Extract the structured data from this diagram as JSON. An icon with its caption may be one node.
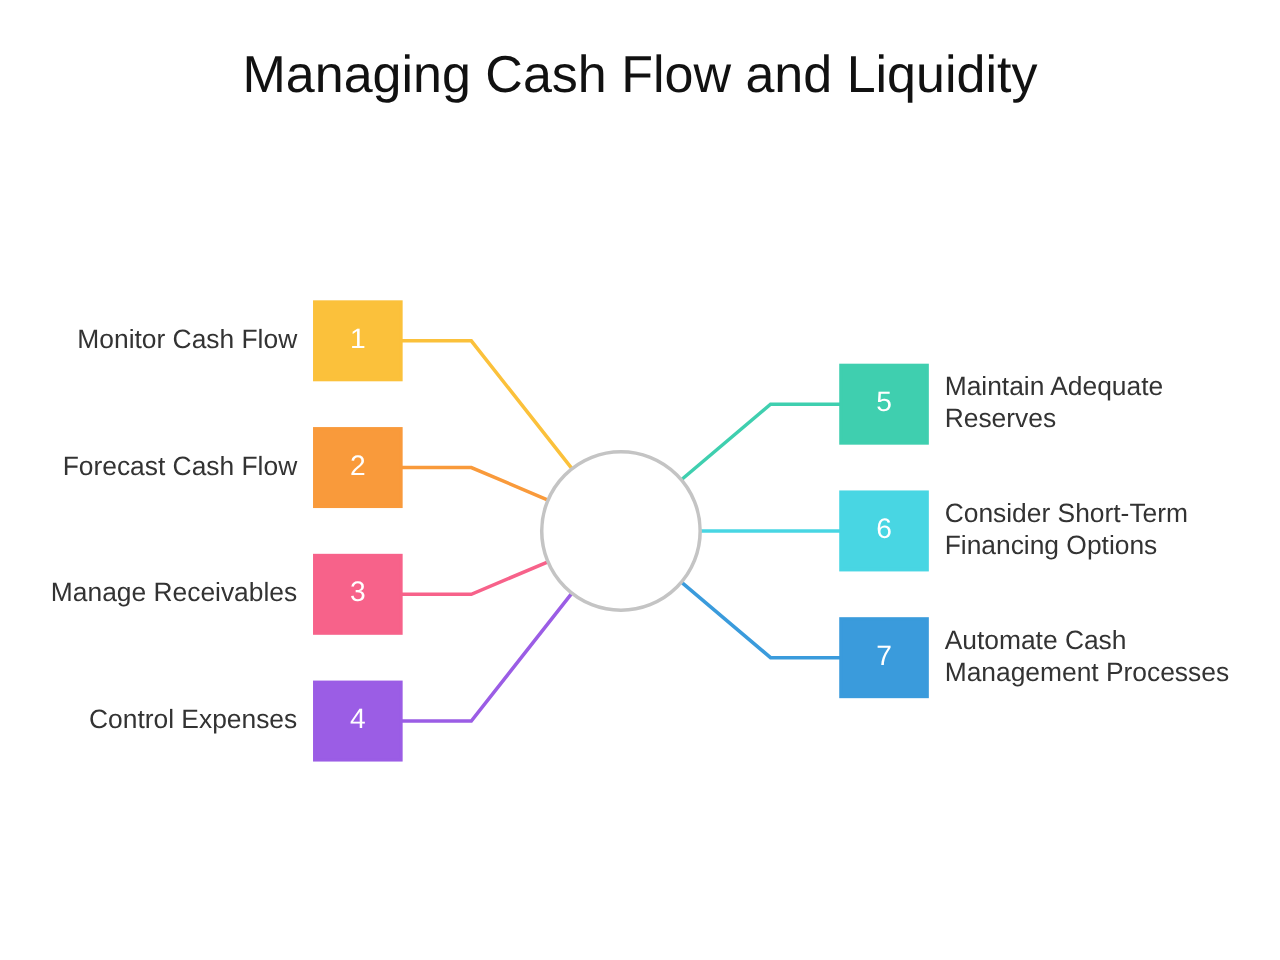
{
  "diagram": {
    "title": "Managing Cash Flow and Liquidity",
    "nodes": [
      {
        "text": [],
        "shape": "circle"
      },
      {
        "text": [
          "1"
        ],
        "beside": [
          "Monitor Cash Flow"
        ]
      },
      {
        "text": [
          "2"
        ],
        "beside": [
          "Forecast Cash Flow"
        ]
      },
      {
        "text": [
          "3"
        ],
        "beside": [
          "Manage Receivables"
        ]
      },
      {
        "text": [
          "4"
        ],
        "beside": [
          "Control Expenses"
        ]
      },
      {
        "text": [
          "5"
        ],
        "beside": [
          "Maintain Adequate Reserves"
        ]
      },
      {
        "text": [
          "6"
        ],
        "beside": [
          "Consider Short-Term Financing Options"
        ]
      },
      {
        "text": [
          "7"
        ],
        "beside": [
          "Automate Cash Management Processes"
        ]
      }
    ],
    "edges": [
      {
        "from": 1,
        "to": 0,
        "arrow": "none",
        "color": "#fbc13b"
      },
      {
        "from": 2,
        "to": 0,
        "arrow": "none",
        "color": "#f99a3b"
      },
      {
        "from": 3,
        "to": 0,
        "arrow": "none",
        "color": "#f7628a"
      },
      {
        "from": 4,
        "to": 0,
        "arrow": "none",
        "color": "#9b5de5"
      },
      {
        "from": 0,
        "to": 5,
        "arrow": "none",
        "color": "#3fcfaf"
      },
      {
        "from": 0,
        "to": 6,
        "arrow": "none",
        "color": "#48d6e3"
      },
      {
        "from": 0,
        "to": 7,
        "arrow": "none",
        "color": "#3a9bdc"
      }
    ]
  }
}
